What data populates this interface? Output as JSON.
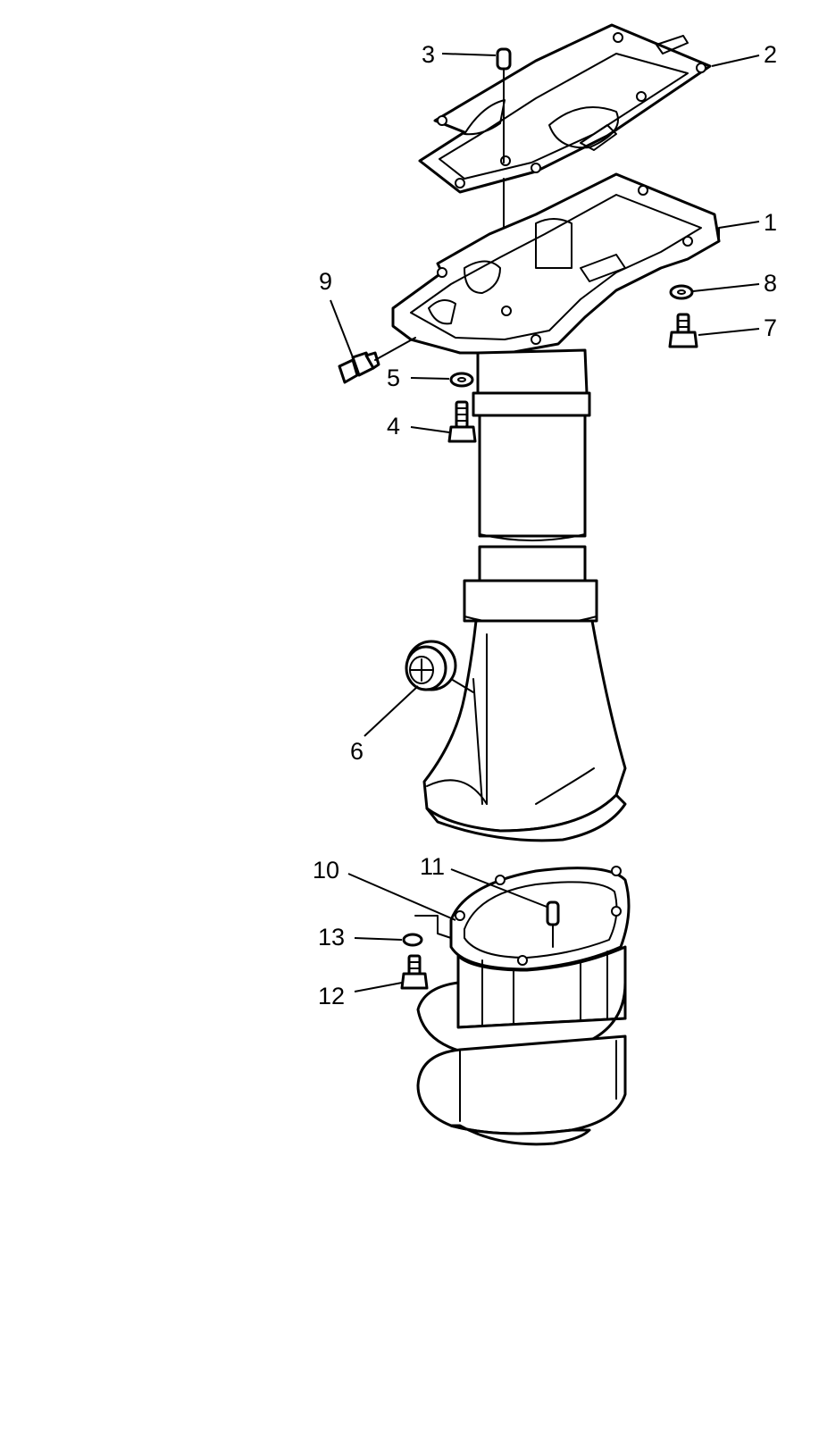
{
  "callouts": [
    {
      "id": "c1",
      "label": "1"
    },
    {
      "id": "c2",
      "label": "2"
    },
    {
      "id": "c3",
      "label": "3"
    },
    {
      "id": "c4",
      "label": "4"
    },
    {
      "id": "c5",
      "label": "5"
    },
    {
      "id": "c6",
      "label": "6"
    },
    {
      "id": "c7",
      "label": "7"
    },
    {
      "id": "c8",
      "label": "8"
    },
    {
      "id": "c9",
      "label": "9"
    },
    {
      "id": "c10",
      "label": "10"
    },
    {
      "id": "c11",
      "label": "11"
    },
    {
      "id": "c12",
      "label": "12"
    },
    {
      "id": "c13",
      "label": "13"
    }
  ],
  "colors": {
    "ink": "#000000",
    "paper": "#ffffff"
  }
}
